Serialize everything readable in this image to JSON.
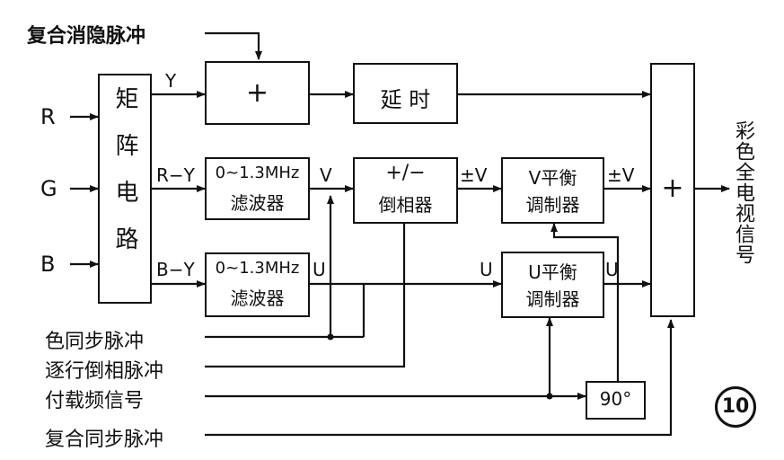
{
  "inputs": {
    "composite_blanking": "复合消隐脉冲",
    "r": "R",
    "g": "G",
    "b": "B",
    "color_sync": "色同步脉冲",
    "line_inversion": "逐行倒相脉冲",
    "subcarrier": "付载频信号",
    "composite_sync": "复合同步脉冲"
  },
  "signals": {
    "y": "Y",
    "r_minus_y": "R−Y",
    "b_minus_y": "B−Y",
    "v": "V",
    "u": "U",
    "pm_v_in": "±V",
    "pm_v_out": "±V",
    "u_in": "U",
    "u_out": "U"
  },
  "blocks": {
    "matrix": "矩阵电路",
    "adder_top": "+",
    "delay": "延 时",
    "filter_top_line1": "0~1.3MHz",
    "filter_top_line2": "滤波器",
    "filter_bottom_line1": "0~1.3MHz",
    "filter_bottom_line2": "滤波器",
    "inverter_line1": "+/−",
    "inverter_line2": "倒相器",
    "v_mod_line1": "V平衡",
    "v_mod_line2": "调制器",
    "u_mod_line1": "U平衡",
    "u_mod_line2": "调制器",
    "phase_shift": "90°",
    "final_adder": "+"
  },
  "output": "彩色全电视信号",
  "figure_number": "10"
}
